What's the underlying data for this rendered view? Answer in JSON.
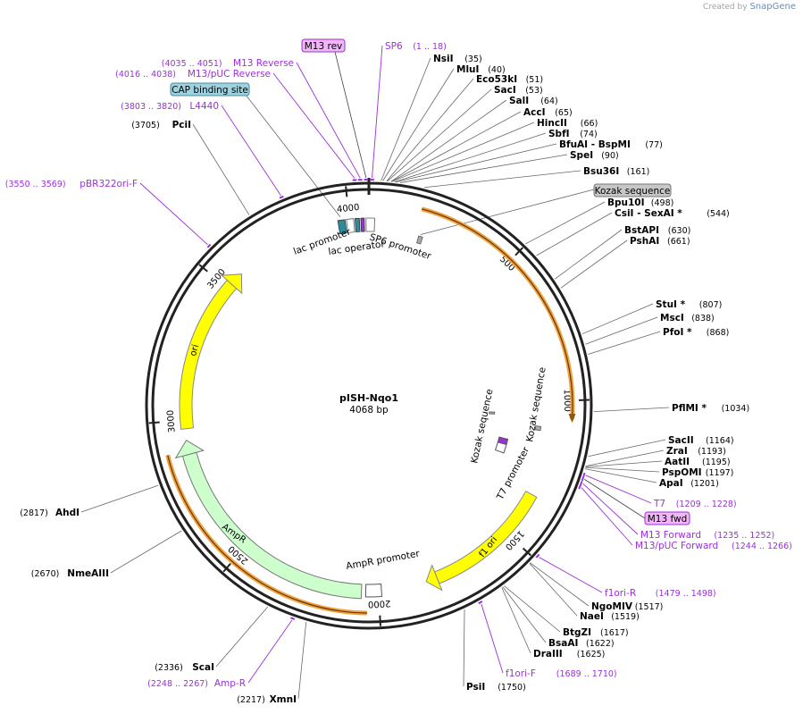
{
  "brand": {
    "prefix": "Created by",
    "name": "SnapGene"
  },
  "plasmid": {
    "name": "pISH-Nqo1",
    "length_label": "4068 bp",
    "length": 4068
  },
  "colors": {
    "primer": "#9b30d9",
    "feature_yellow": "#ffff00",
    "ampr_green": "#ccffcc",
    "orf_orange": "#f4a13b",
    "feature_teal": "#2e8b9a",
    "feature_purple": "#9b30d9",
    "primer_box": "#f0b6f7",
    "cap_box": "#9dd3e0",
    "kozak_box": "#c7c7c7"
  },
  "tick_labels": [
    "500",
    "1000",
    "1500",
    "2000",
    "2500",
    "3000",
    "3500",
    "4000"
  ],
  "enzymes_right": [
    {
      "name": "NsiI",
      "pos": "(35)",
      "bp": 35
    },
    {
      "name": "MluI",
      "pos": "(40)",
      "bp": 40
    },
    {
      "name": "Eco53kI",
      "pos": "(51)",
      "bp": 51
    },
    {
      "name": "SacI",
      "pos": "(53)",
      "bp": 53
    },
    {
      "name": "SalI",
      "pos": "(64)",
      "bp": 64
    },
    {
      "name": "AccI",
      "pos": "(65)",
      "bp": 65
    },
    {
      "name": "HincII",
      "pos": "(66)",
      "bp": 66
    },
    {
      "name": "SbfI",
      "pos": "(74)",
      "bp": 74
    },
    {
      "name": "BfuAI - BspMI",
      "pos": "(77)",
      "bp": 77
    },
    {
      "name": "SpeI",
      "pos": "(90)",
      "bp": 90
    },
    {
      "name": "Bsu36I",
      "pos": "(161)",
      "bp": 161
    },
    {
      "name": "Bpu10I",
      "pos": "(498)",
      "bp": 498
    },
    {
      "name": "CsiI - SexAI *",
      "pos": "(544)",
      "bp": 544
    },
    {
      "name": "BstAPI",
      "pos": "(630)",
      "bp": 630
    },
    {
      "name": "PshAI",
      "pos": "(661)",
      "bp": 661
    },
    {
      "name": "StuI *",
      "pos": "(807)",
      "bp": 807
    },
    {
      "name": "MscI",
      "pos": "(838)",
      "bp": 838
    },
    {
      "name": "PfoI *",
      "pos": "(868)",
      "bp": 868
    },
    {
      "name": "PflMI *",
      "pos": "(1034)",
      "bp": 1034
    },
    {
      "name": "SacII",
      "pos": "(1164)",
      "bp": 1164
    },
    {
      "name": "ZraI",
      "pos": "(1193)",
      "bp": 1193
    },
    {
      "name": "AatII",
      "pos": "(1195)",
      "bp": 1195
    },
    {
      "name": "PspOMI",
      "pos": "(1197)",
      "bp": 1197
    },
    {
      "name": "ApaI",
      "pos": "(1201)",
      "bp": 1201
    },
    {
      "name": "NgoMIV",
      "pos": "(1517)",
      "bp": 1517
    },
    {
      "name": "NaeI",
      "pos": "(1519)",
      "bp": 1519
    },
    {
      "name": "BtgZI",
      "pos": "(1617)",
      "bp": 1617
    },
    {
      "name": "BsaAI",
      "pos": "(1622)",
      "bp": 1622
    },
    {
      "name": "DraIII",
      "pos": "(1625)",
      "bp": 1625
    },
    {
      "name": "PsiI",
      "pos": "(1750)",
      "bp": 1750
    }
  ],
  "enzymes_left": [
    {
      "name": "PciI",
      "pos": "(3705)",
      "bp": 3705
    },
    {
      "name": "AhdI",
      "pos": "(2817)",
      "bp": 2817
    },
    {
      "name": "NmeAIII",
      "pos": "(2670)",
      "bp": 2670
    },
    {
      "name": "ScaI",
      "pos": "(2336)",
      "bp": 2336
    },
    {
      "name": "XmnI",
      "pos": "(2217)",
      "bp": 2217
    }
  ],
  "primers": [
    {
      "name": "M13 rev",
      "pos": "",
      "bp": 4060,
      "boxed": true
    },
    {
      "name": "SP6",
      "pos": "(1 .. 18)",
      "bp": 9,
      "boxed": false
    },
    {
      "name": "M13 Reverse",
      "pos": "(4035 .. 4051)",
      "bp": 4043,
      "boxed": false
    },
    {
      "name": "M13/pUC Reverse",
      "pos": "(4016 .. 4038)",
      "bp": 4027,
      "boxed": false
    },
    {
      "name": "L4440",
      "pos": "(3803 .. 3820)",
      "bp": 3811,
      "boxed": false
    },
    {
      "name": "pBR322ori-F",
      "pos": "(3550 .. 3569)",
      "bp": 3559,
      "boxed": false
    },
    {
      "name": "T7",
      "pos": "(1209 .. 1228)",
      "bp": 1218,
      "boxed": false
    },
    {
      "name": "M13 fwd",
      "pos": "",
      "bp": 1230,
      "boxed": true
    },
    {
      "name": "M13 Forward",
      "pos": "(1235 .. 1252)",
      "bp": 1243,
      "boxed": false
    },
    {
      "name": "M13/pUC Forward",
      "pos": "(1244 .. 1266)",
      "bp": 1255,
      "boxed": false
    },
    {
      "name": "f1ori-R",
      "pos": "(1479 .. 1498)",
      "bp": 1488,
      "boxed": false
    },
    {
      "name": "f1ori-F",
      "pos": "(1689 .. 1710)",
      "bp": 1700,
      "boxed": false
    },
    {
      "name": "Amp-R",
      "pos": "(2248 .. 2267)",
      "bp": 2257,
      "boxed": false
    }
  ],
  "features": [
    {
      "name": "CAP binding site",
      "kind": "boxed-label"
    },
    {
      "name": "Kozak sequence",
      "kind": "boxed-label"
    },
    {
      "name": "lac promoter",
      "kind": "label"
    },
    {
      "name": "lac operator",
      "kind": "label"
    },
    {
      "name": "SP6 promoter",
      "kind": "label"
    },
    {
      "name": "ori",
      "kind": "arc-label"
    },
    {
      "name": "AmpR",
      "kind": "arc-label"
    },
    {
      "name": "AmpR promoter",
      "kind": "label"
    },
    {
      "name": "f1 ori",
      "kind": "arc-label"
    },
    {
      "name": "T7 promoter",
      "kind": "label"
    },
    {
      "name": "Kozak sequence",
      "kind": "inner-label"
    },
    {
      "name": "Kozak sequence",
      "kind": "inner-label"
    }
  ]
}
